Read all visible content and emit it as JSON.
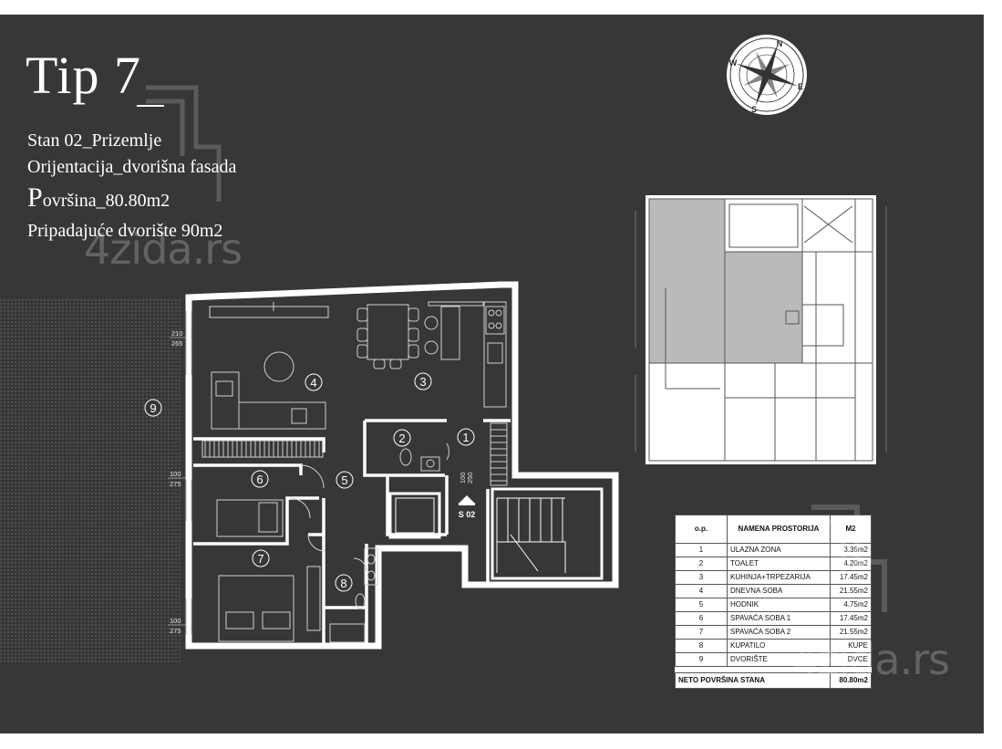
{
  "title": "Tip 7",
  "info": {
    "stan": "Stan 02_Prizemlje",
    "orientacija": "Orijentacija_dvorišna fasada",
    "povrsina_initial": "P",
    "povrsina_rest": "ovršina_80.80m2",
    "dvoriste": "Pripadajuće dvorište 90m2"
  },
  "compass": {
    "letters": [
      "N",
      "E",
      "S",
      "W"
    ]
  },
  "plan": {
    "room_numbers": [
      "1",
      "2",
      "3",
      "4",
      "5",
      "6",
      "7",
      "8",
      "9"
    ],
    "stair_label": "S 02",
    "dims": {
      "a1": "210",
      "a2": "265",
      "b1": "100",
      "b2": "275",
      "c1": "100",
      "c2": "275",
      "d1": "100",
      "d2": "250"
    }
  },
  "legend": {
    "headers": [
      "o.p.",
      "NAMENA PROSTORIJA",
      "M2"
    ],
    "rows": [
      {
        "op": "1",
        "name": "ULAZNA ZONA",
        "area": "3.35m2"
      },
      {
        "op": "2",
        "name": "TOALET",
        "area": "4.20m2"
      },
      {
        "op": "3",
        "name": "KUHINJA+TRPEZARIJA",
        "area": "17.45m2"
      },
      {
        "op": "4",
        "name": "DNEVNA SOBA",
        "area": "21.55m2"
      },
      {
        "op": "5",
        "name": "HODNIK",
        "area": "4.75m2"
      },
      {
        "op": "6",
        "name": "SPAVAĆA SOBA 1",
        "area": "17.45m2"
      },
      {
        "op": "7",
        "name": "SPAVAĆA SOBA 2",
        "area": "21.55m2"
      },
      {
        "op": "8",
        "name": "KUPATILO",
        "area": "KUPE"
      },
      {
        "op": "9",
        "name": "DVORIŠTE",
        "area": "DVCE"
      }
    ],
    "total_label": "NETO POVRŠINA STANA",
    "total_value": "80.80m2"
  },
  "watermark": {
    "text": "4zida.rs"
  }
}
